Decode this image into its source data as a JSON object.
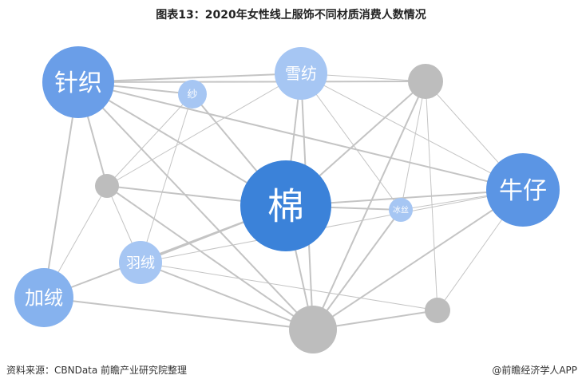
{
  "title": "图表13：2020年女性线上服饰不同材质消费人数情况",
  "source": "资料来源：CBNData 前瞻产业研究院整理",
  "brand": "@前瞻经济学人APP",
  "nodes": [
    {
      "id": "zhenzhi",
      "label": "针织",
      "color": "#6a9ee8"
    },
    {
      "id": "xuefang",
      "label": "雪纺",
      "color": "#a6c6f3"
    },
    {
      "id": "sha",
      "label": "纱",
      "color": "#a6c6f3"
    },
    {
      "id": "g1",
      "label": "",
      "color": "#bdbdbd"
    },
    {
      "id": "g2",
      "label": "",
      "color": "#bdbdbd"
    },
    {
      "id": "mian",
      "label": "棉",
      "color": "#3b82d9"
    },
    {
      "id": "bingsi",
      "label": "冰丝",
      "color": "#a6c6f3"
    },
    {
      "id": "niuzai",
      "label": "牛仔",
      "color": "#5b95e4"
    },
    {
      "id": "yurong",
      "label": "羽绒",
      "color": "#a6c6f3"
    },
    {
      "id": "jiarong",
      "label": "加绒",
      "color": "#86b2ee"
    },
    {
      "id": "g3",
      "label": "",
      "color": "#bdbdbd"
    },
    {
      "id": "g4",
      "label": "",
      "color": "#bdbdbd"
    }
  ],
  "edges": [
    [
      "zhenzhi",
      "xuefang"
    ],
    [
      "zhenzhi",
      "sha"
    ],
    [
      "zhenzhi",
      "mian"
    ],
    [
      "zhenzhi",
      "g2"
    ],
    [
      "zhenzhi",
      "jiarong"
    ],
    [
      "zhenzhi",
      "g4"
    ],
    [
      "zhenzhi",
      "g1"
    ],
    [
      "zhenzhi",
      "niuzai"
    ],
    [
      "xuefang",
      "mian"
    ],
    [
      "xuefang",
      "g1"
    ],
    [
      "xuefang",
      "niuzai"
    ],
    [
      "xuefang",
      "g2"
    ],
    [
      "xuefang",
      "bingsi"
    ],
    [
      "xuefang",
      "g4"
    ],
    [
      "sha",
      "g2"
    ],
    [
      "sha",
      "yurong"
    ],
    [
      "sha",
      "mian"
    ],
    [
      "g1",
      "mian"
    ],
    [
      "g1",
      "niuzai"
    ],
    [
      "g1",
      "g3"
    ],
    [
      "g1",
      "g4"
    ],
    [
      "g1",
      "bingsi"
    ],
    [
      "g2",
      "mian"
    ],
    [
      "g2",
      "jiarong"
    ],
    [
      "g2",
      "g4"
    ],
    [
      "g2",
      "yurong"
    ],
    [
      "mian",
      "niuzai"
    ],
    [
      "mian",
      "bingsi"
    ],
    [
      "mian",
      "g4"
    ],
    [
      "mian",
      "yurong"
    ],
    [
      "mian",
      "jiarong"
    ],
    [
      "niuzai",
      "g3"
    ],
    [
      "niuzai",
      "g4"
    ],
    [
      "niuzai",
      "yurong"
    ],
    [
      "niuzai",
      "bingsi"
    ],
    [
      "yurong",
      "g3"
    ],
    [
      "yurong",
      "g4"
    ],
    [
      "jiarong",
      "g4"
    ],
    [
      "g3",
      "g4"
    ],
    [
      "bingsi",
      "g4"
    ]
  ]
}
